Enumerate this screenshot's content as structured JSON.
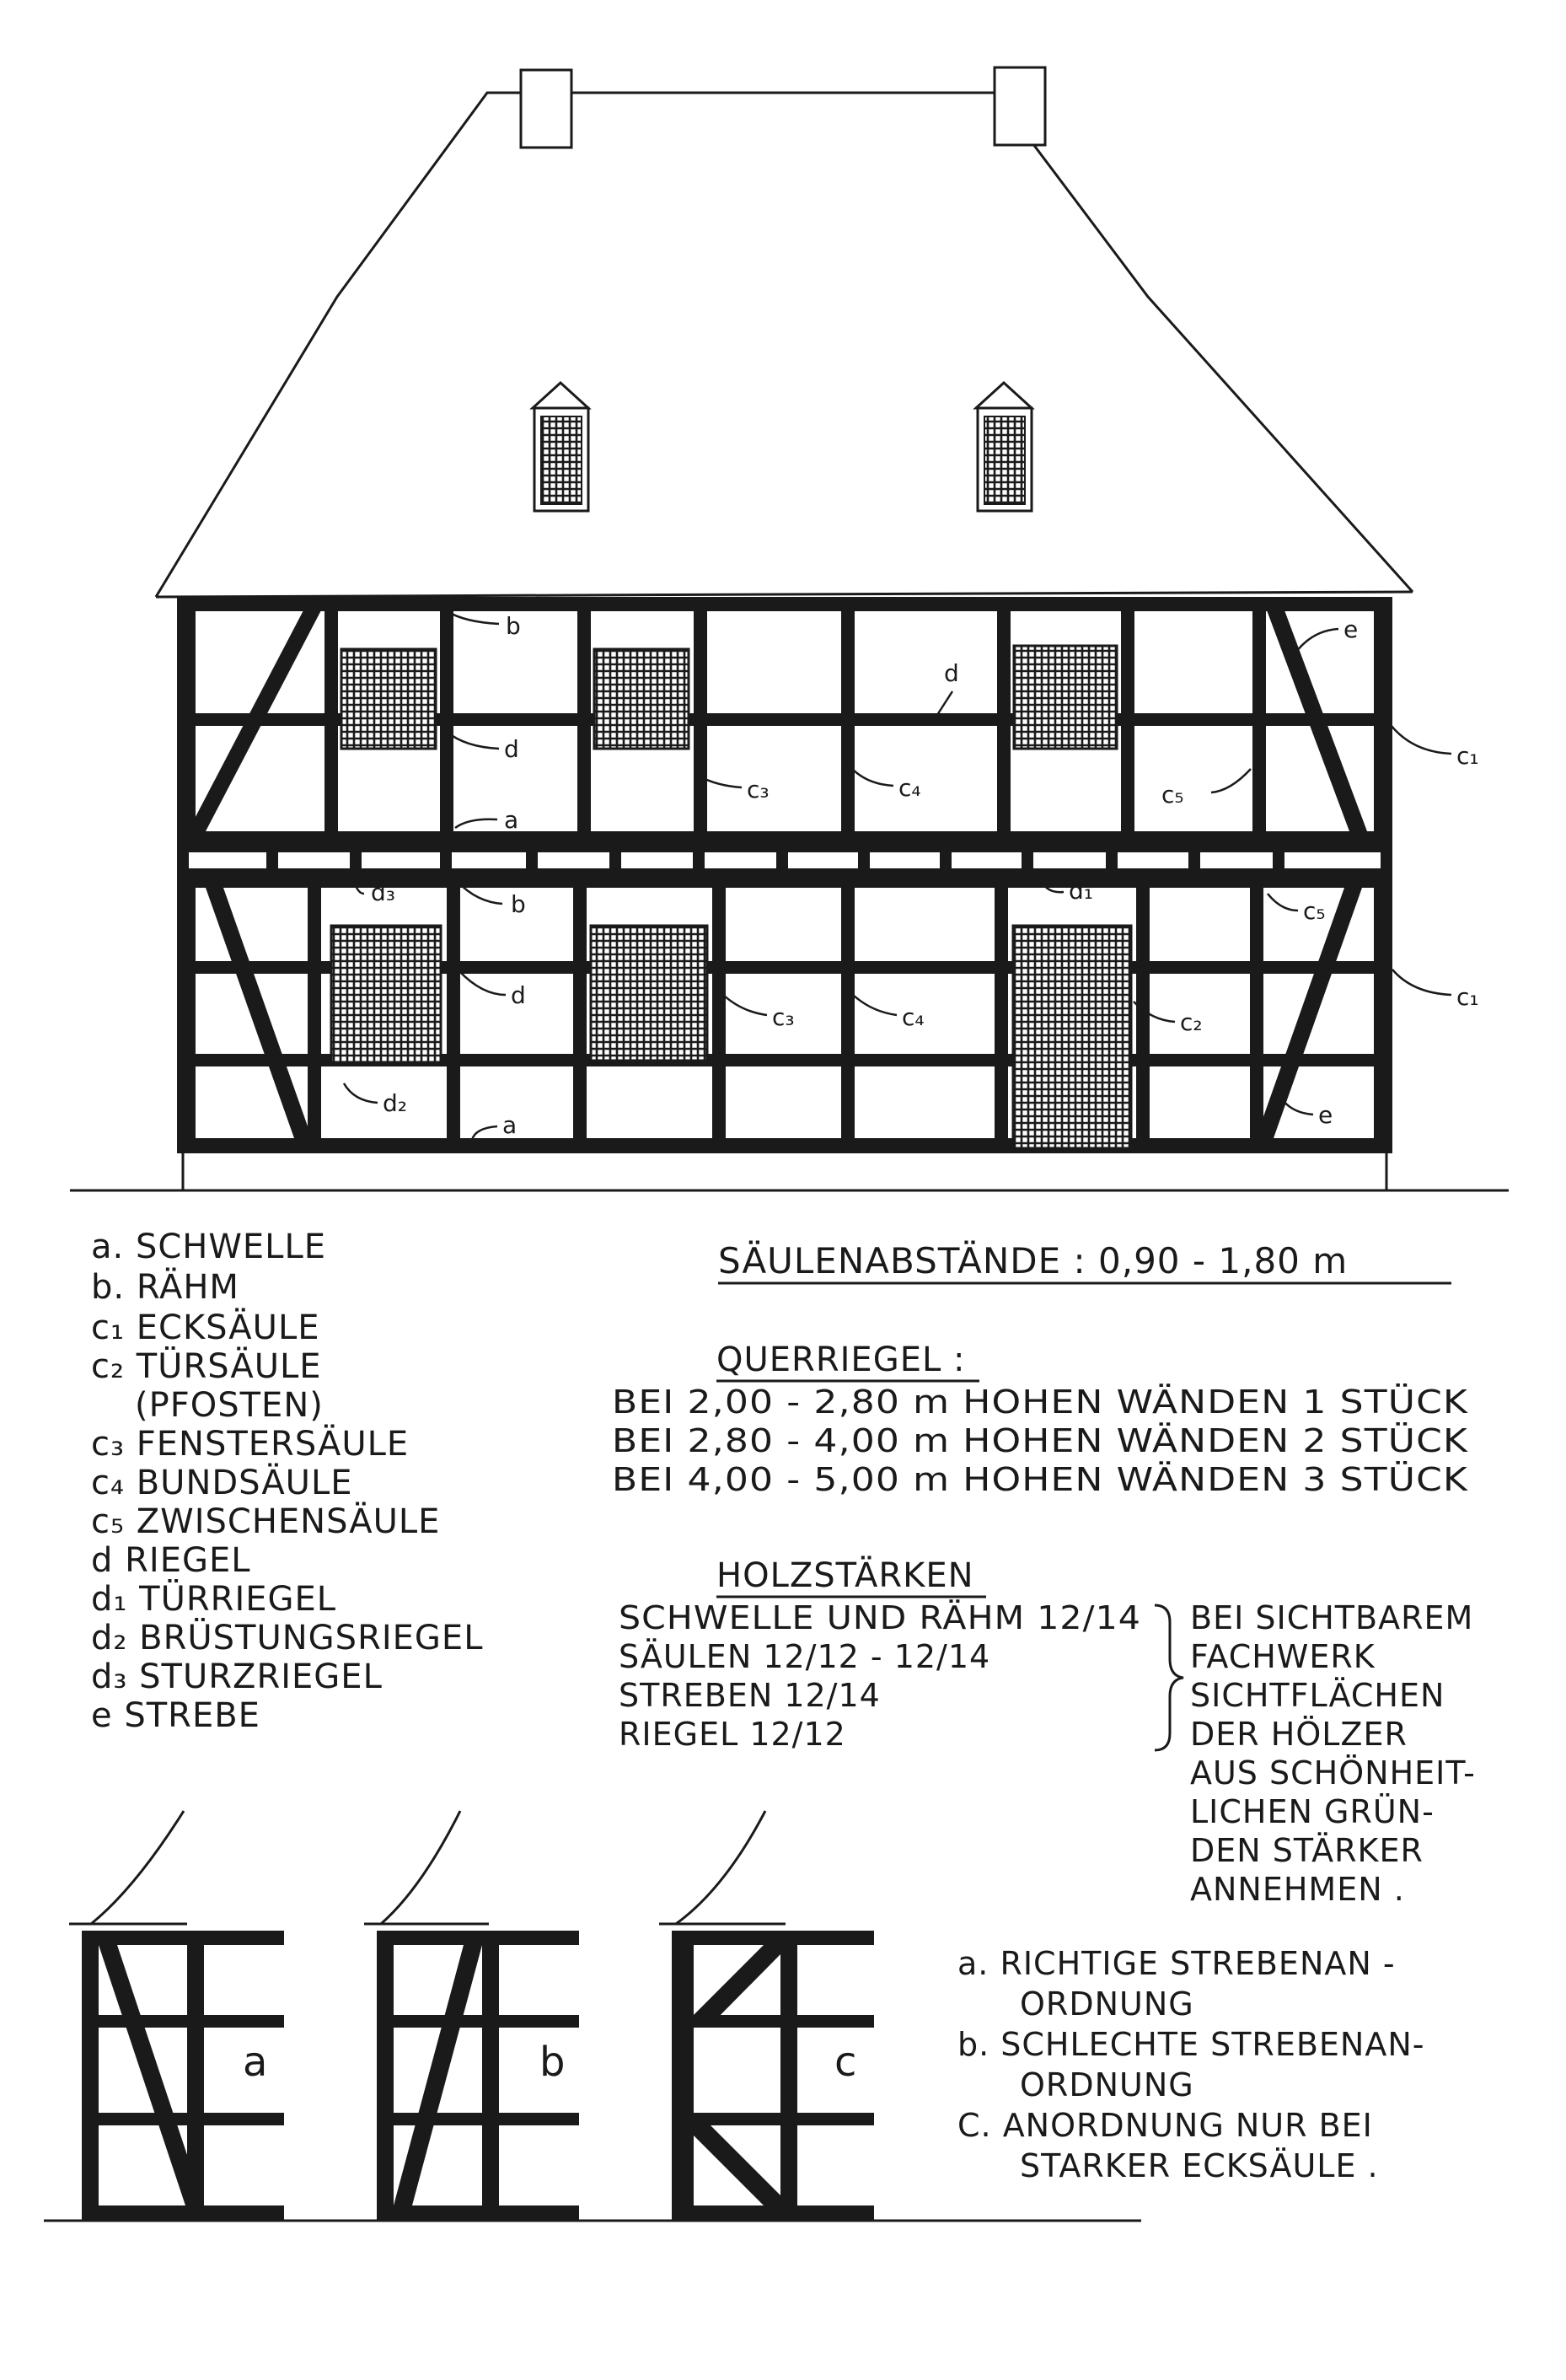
{
  "colors": {
    "ink": "#1a1a1a",
    "paper": "#ffffff"
  },
  "facade_labels": {
    "b_upper": "b",
    "d_upper_left": "d",
    "d_upper_center": "d",
    "e_upper": "e",
    "c1_upper": "c₁",
    "c3_upper": "c₃",
    "c4_upper": "c₄",
    "c5_upper": "c₅",
    "a_upper": "a",
    "d3": "d₃",
    "b_lower": "b",
    "d1": "d₁",
    "c5_lower": "c₅",
    "c1_lower": "c₁",
    "d_lower": "d",
    "c3_lower": "c₃",
    "c4_lower": "c₄",
    "c2": "c₂",
    "d2": "d₂",
    "a_lower": "a",
    "e_lower": "e"
  },
  "legend": [
    "a. SCHWELLE",
    "b. RÄHM",
    "c₁ ECKSÄULE",
    "c₂ TÜRSÄULE",
    "(PFOSTEN)",
    "c₃ FENSTERSÄULE",
    "c₄ BUNDSÄULE",
    "c₅ ZWISCHENSÄULE",
    "d RIEGEL",
    "d₁ TÜRRIEGEL",
    "d₂ BRÜSTUNGSRIEGEL",
    "d₃ STURZRIEGEL",
    "e STREBE"
  ],
  "spacing_title": "SÄULENABSTÄNDE : 0,90 - 1,80 m",
  "querriegel": {
    "heading": "QUERRIEGEL :",
    "rows": [
      "BEI 2,00 - 2,80 m HOHEN WÄNDEN  1 STÜCK",
      "BEI 2,80 - 4,00 m HOHEN WÄNDEN  2 STÜCK",
      "BEI 4,00 - 5,00 m HOHEN WÄNDEN  3 STÜCK"
    ]
  },
  "holzstaerken": {
    "heading": "HOLZSTÄRKEN",
    "rows": [
      "SCHWELLE UND RÄHM 12/14",
      "SÄULEN 12/12 - 12/14",
      "STREBEN 12/14",
      "RIEGEL 12/12"
    ],
    "note": [
      "BEI SICHTBAREM",
      "FACHWERK",
      "SICHTFLÄCHEN",
      "DER HÖLZER",
      "AUS SCHÖNHEIT-",
      "LICHEN GRÜN-",
      "DEN STÄRKER",
      "ANNEHMEN ."
    ]
  },
  "detail_letters": [
    "a",
    "b",
    "c"
  ],
  "detail_notes": [
    "a. RICHTIGE STREBENAN -",
    "ORDNUNG",
    "b. SCHLECHTE STREBENAN-",
    "ORDNUNG",
    "C. ANORDNUNG NUR BEI",
    "STARKER ECKSÄULE ."
  ]
}
